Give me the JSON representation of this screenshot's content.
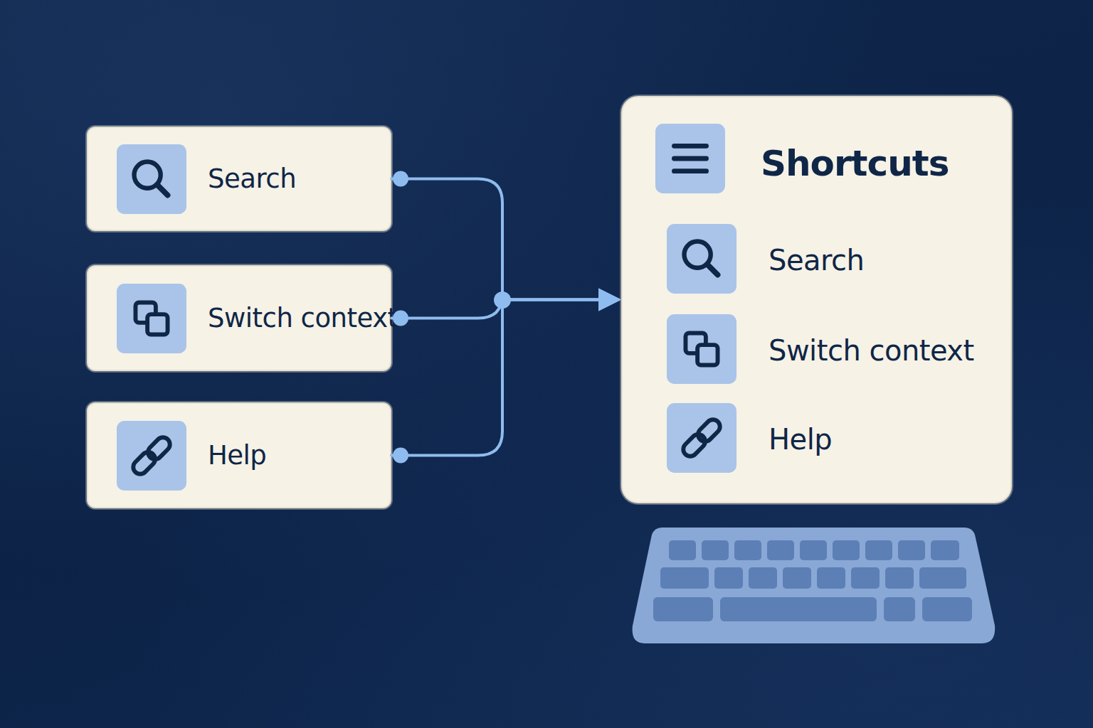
{
  "diagram": {
    "nodes": [
      {
        "text": [
          "Search"
        ]
      },
      {
        "text": [
          "Switch context"
        ]
      },
      {
        "text": [
          "Help"
        ]
      },
      {
        "text": [
          "Shortcuts",
          "Search",
          "Switch context",
          "Help"
        ]
      }
    ],
    "edges": [
      {
        "from": 0,
        "to": 3,
        "arrow": "to"
      },
      {
        "from": 1,
        "to": 3,
        "arrow": "to"
      },
      {
        "from": 2,
        "to": 3,
        "arrow": "to"
      }
    ]
  }
}
